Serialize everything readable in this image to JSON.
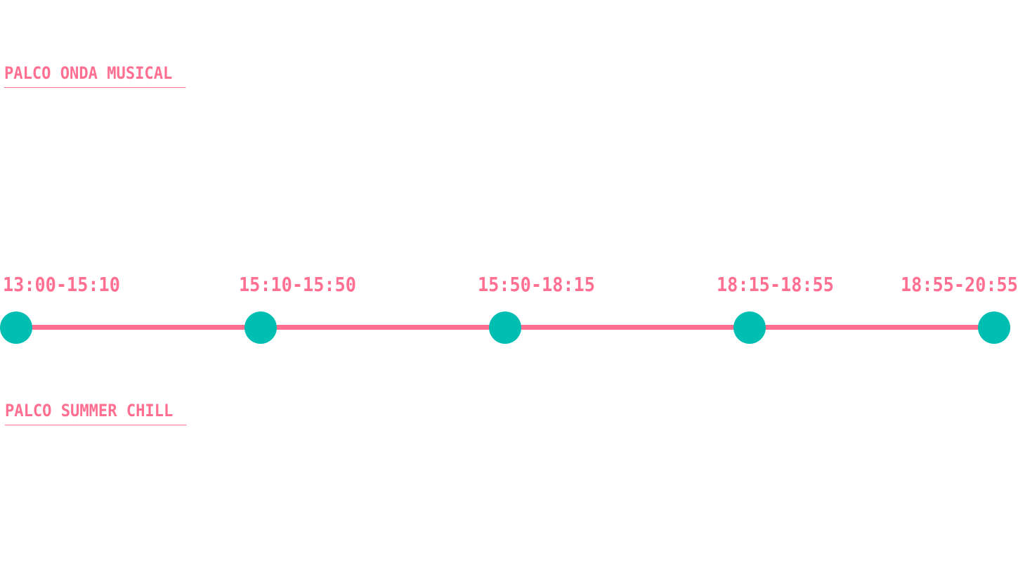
{
  "stages": {
    "top_heading": "PALCO ONDA MUSICAL",
    "bottom_heading": "PALCO SUMMER CHILL"
  },
  "timeline": {
    "slots": [
      {
        "label": "13:00-15:10"
      },
      {
        "label": "15:10-15:50"
      },
      {
        "label": "15:50-18:15"
      },
      {
        "label": "18:15-18:55"
      },
      {
        "label": "18:55-20:55"
      }
    ]
  },
  "colors": {
    "accent_pink": "#ff6f91",
    "node_teal": "#00bfb2",
    "background": "#ffffff"
  }
}
